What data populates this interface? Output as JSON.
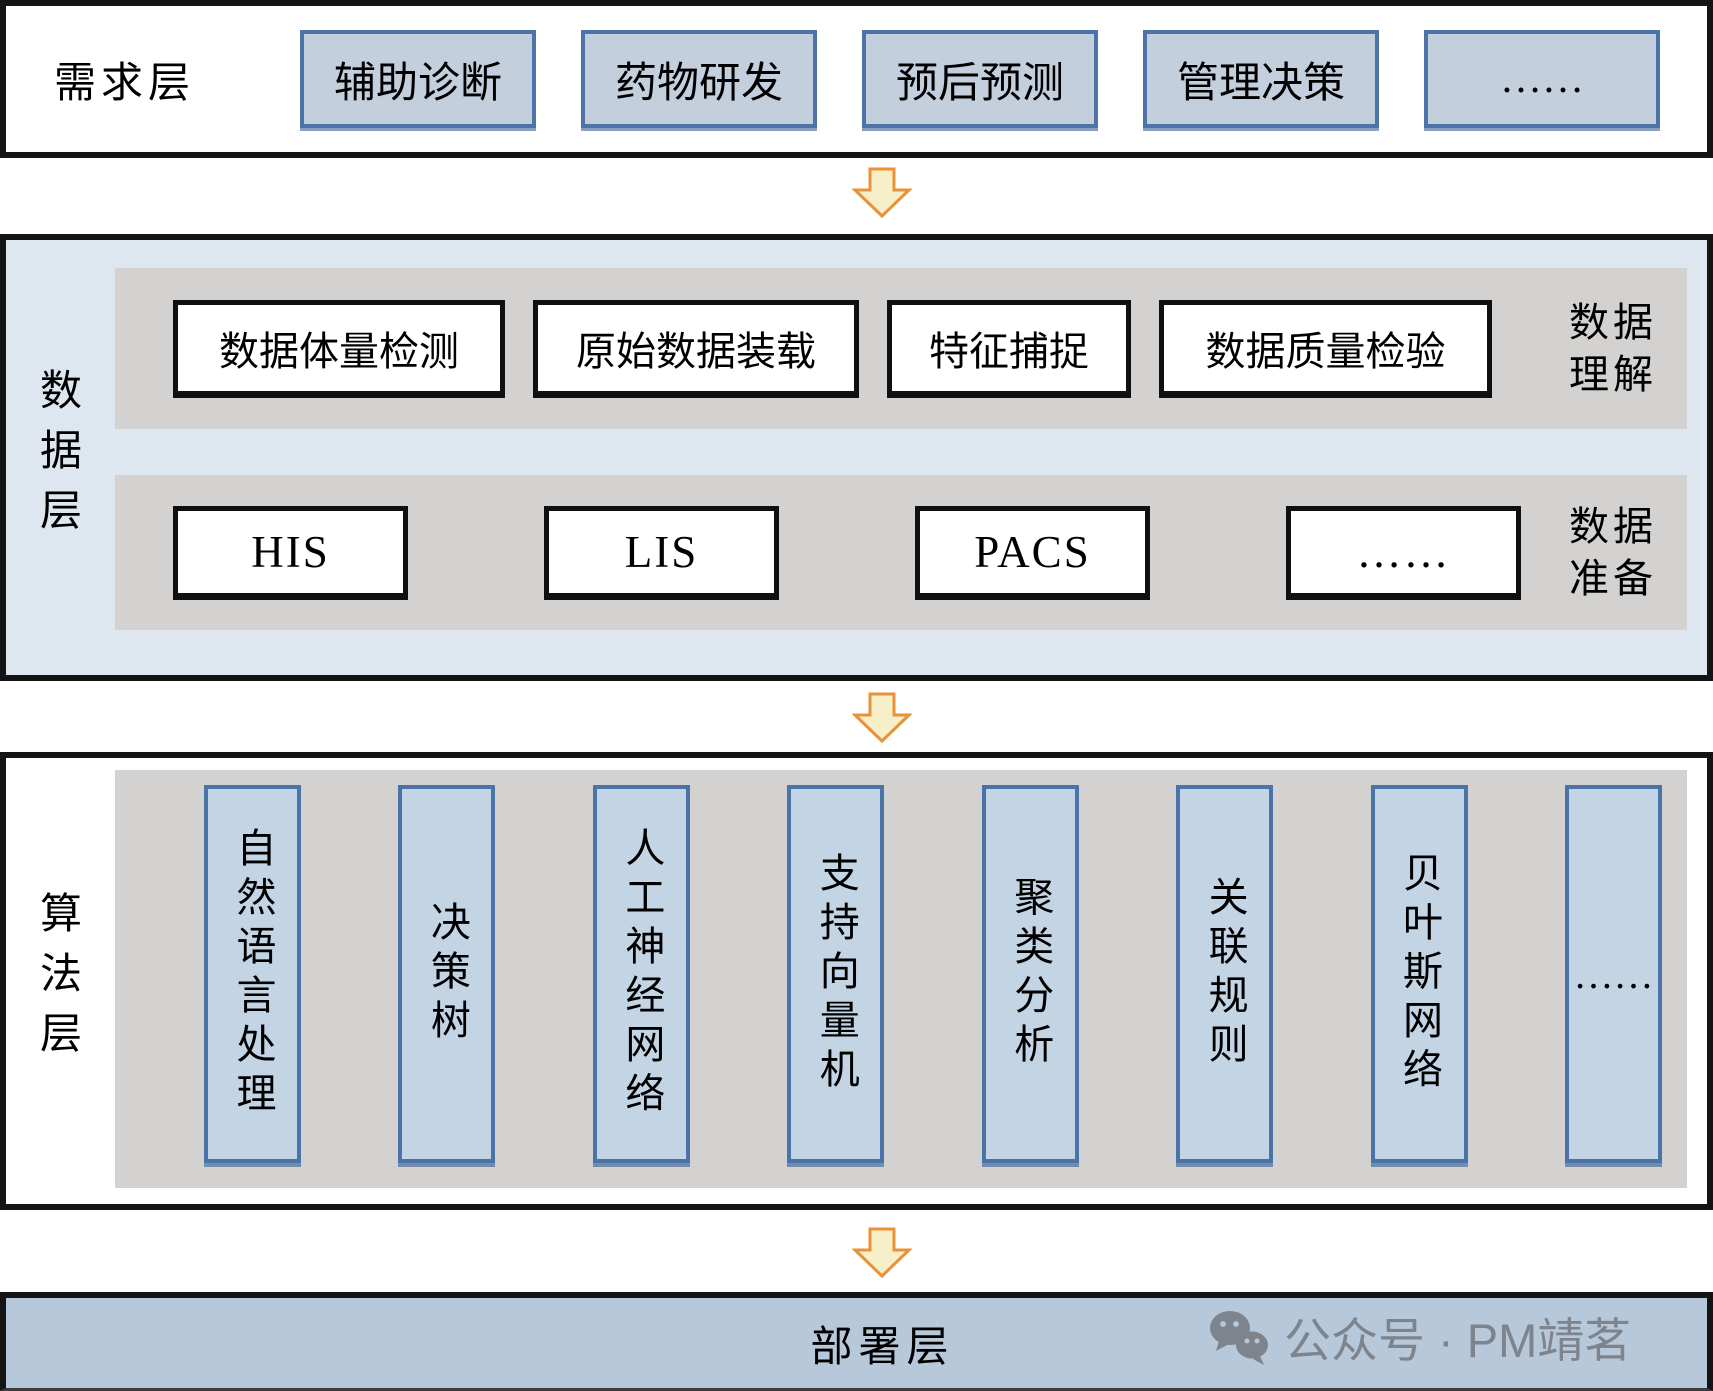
{
  "layers": {
    "demand": {
      "label": "需求层",
      "boxes": [
        "辅助诊断",
        "药物研发",
        "预后预测",
        "管理决策",
        "……"
      ]
    },
    "data": {
      "label": "数据层",
      "rows": [
        {
          "side_label": "数据理解",
          "boxes": [
            "数据体量检测",
            "原始数据装载",
            "特征捕捉",
            "数据质量检验"
          ]
        },
        {
          "side_label": "数据准备",
          "boxes": [
            "HIS",
            "LIS",
            "PACS",
            "……"
          ]
        }
      ]
    },
    "algorithm": {
      "label": "算法层",
      "boxes": [
        "自然语言处理",
        "决策树",
        "人工神经网络",
        "支持向量机",
        "聚类分析",
        "关联规则",
        "贝叶斯网络",
        "……"
      ]
    },
    "deployment": {
      "label": "部署层"
    }
  },
  "watermark": {
    "icon": "wechat-icon",
    "text": "公众号 · PM靖茗"
  },
  "colors": {
    "blue_box_fill": "#c4cfdd",
    "blue_box_border": "#4d74a9",
    "algo_box_fill": "#c3d4e5",
    "data_layer_bg": "#dee7f0",
    "gray_band_bg": "#d3d2d0",
    "deploy_bg": "#b7c8da",
    "arrow_fill": "#f7efc8",
    "arrow_border": "#e8933a",
    "watermark_gray": "#7e848d",
    "border_black": "#141414"
  }
}
